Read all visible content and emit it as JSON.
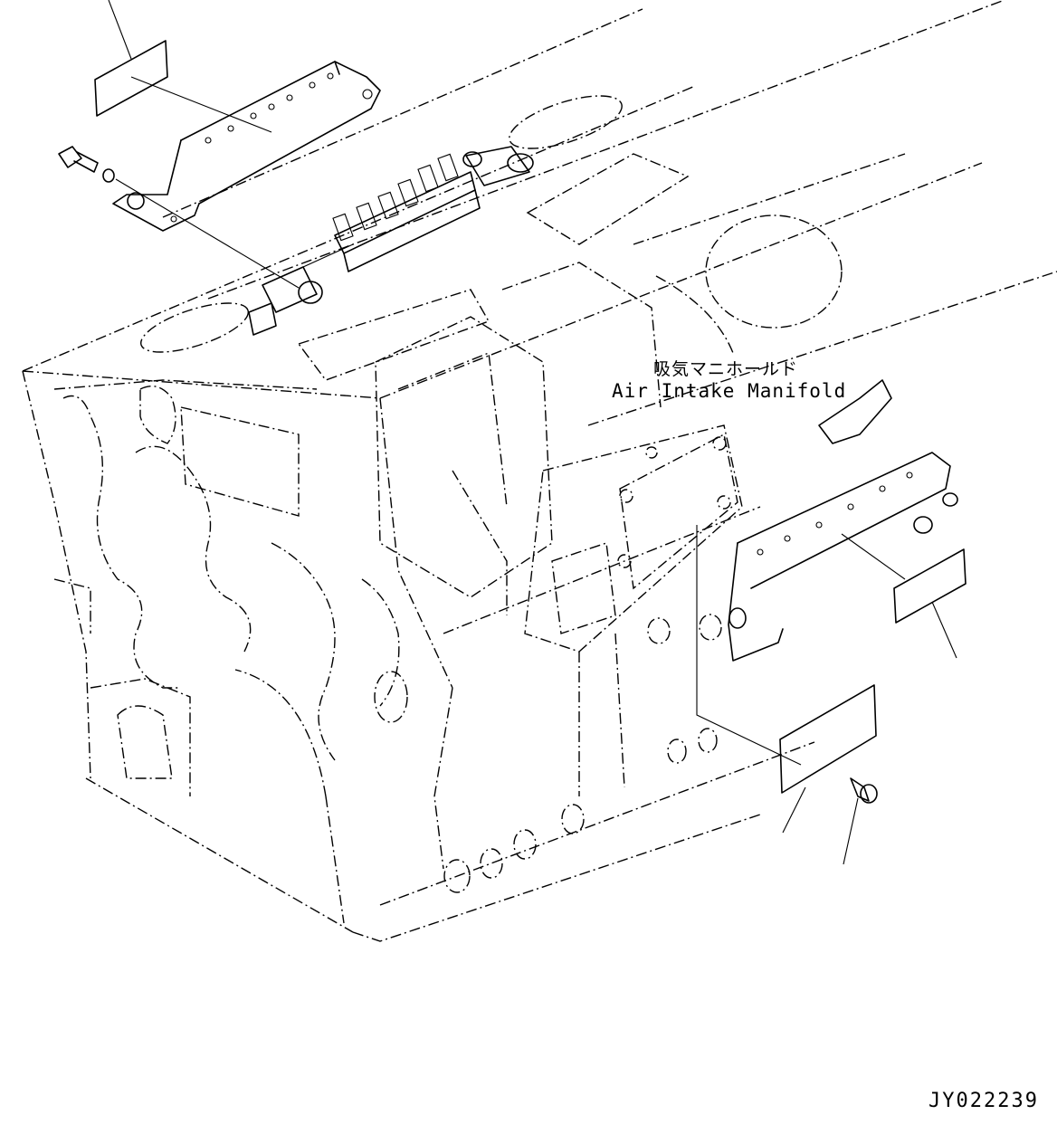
{
  "labels": {
    "part_name_jp": "吸気マニホールド",
    "part_name_en": "Air Intake Manifold",
    "drawing_id": "JY022239"
  },
  "parts": [
    {
      "id": "plate-upper-left",
      "icon": "name-plate"
    },
    {
      "id": "bracket-upper",
      "icon": "bracket"
    },
    {
      "id": "bolt-upper",
      "icon": "bolt"
    },
    {
      "id": "washer-upper",
      "icon": "washer"
    },
    {
      "id": "injector-rail",
      "icon": "fuel-rail"
    },
    {
      "id": "engine-block",
      "icon": "engine-block"
    },
    {
      "id": "bracket-right",
      "icon": "bracket"
    },
    {
      "id": "plate-right",
      "icon": "name-plate"
    },
    {
      "id": "plate-lower",
      "icon": "name-plate"
    },
    {
      "id": "screw-lower",
      "icon": "rivet"
    }
  ]
}
